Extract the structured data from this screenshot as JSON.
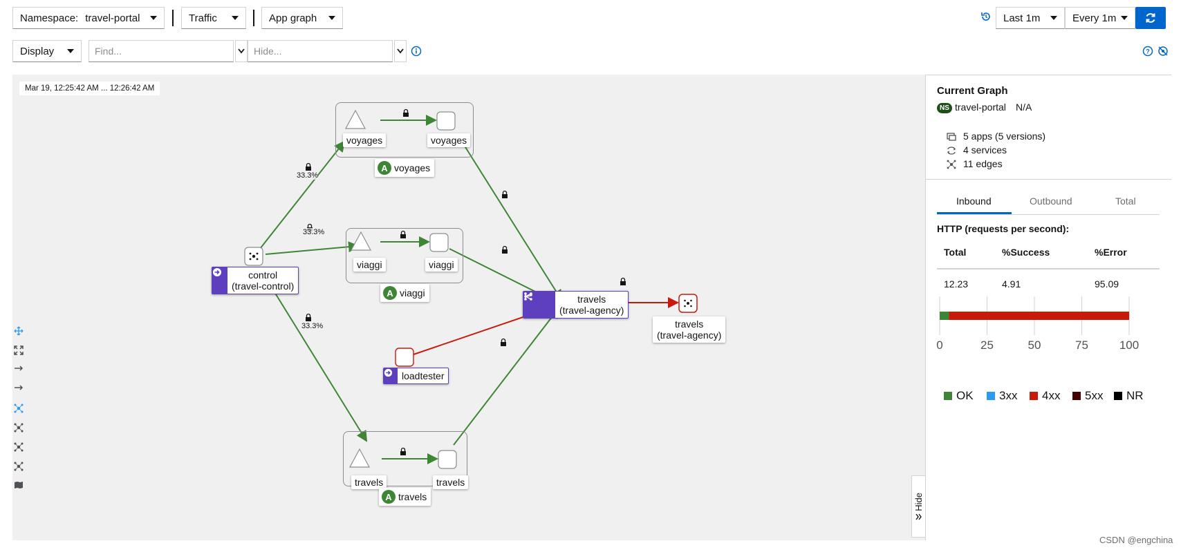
{
  "toolbar": {
    "namespace_label": "Namespace:",
    "namespace_value": "travel-portal",
    "traffic_label": "Traffic",
    "graph_type": "App graph",
    "display_label": "Display",
    "find_placeholder": "Find...",
    "hide_placeholder": "Hide...",
    "duration": "Last 1m",
    "refresh_interval": "Every 1m"
  },
  "graph": {
    "timestamp": "Mar 19, 12:25:42 AM ... 12:26:42 AM",
    "nodes": {
      "voyages_svc": "voyages",
      "voyages_wl": "voyages",
      "voyages_app": "voyages",
      "viaggi_svc": "viaggi",
      "viaggi_wl": "viaggi",
      "viaggi_app": "viaggi",
      "travels_svc": "travels",
      "travels_wl": "travels",
      "travels_app": "travels",
      "control_name": "control",
      "control_sub": "(travel-control)",
      "loadtester": "loadtester",
      "agency_name": "travels",
      "agency_sub": "(travel-agency)",
      "agency2_name": "travels",
      "agency2_sub": "(travel-agency)"
    },
    "edge_labels": {
      "to_voyages": "33.3%",
      "to_viaggi": "33.3%",
      "to_travels": "33.3%"
    },
    "app_badge": "A",
    "hide_tab": "Hide"
  },
  "panel": {
    "title": "Current Graph",
    "ns_badge": "NS",
    "ns_name": "travel-portal",
    "ns_status": "N/A",
    "apps": "5 apps (5 versions)",
    "services": "4 services",
    "edges": "11 edges",
    "tabs": [
      "Inbound",
      "Outbound",
      "Total"
    ],
    "http_title": "HTTP (requests per second):",
    "columns": [
      "Total",
      "%Success",
      "%Error"
    ],
    "values": [
      "12.23",
      "4.91",
      "95.09"
    ],
    "chart": {
      "ticks": [
        "0",
        "25",
        "50",
        "75",
        "100"
      ],
      "legend": [
        "OK",
        "3xx",
        "4xx",
        "5xx",
        "NR"
      ]
    }
  },
  "chart_data": {
    "type": "bar",
    "orientation": "horizontal",
    "stacked": true,
    "categories": [
      ""
    ],
    "series": [
      {
        "name": "OK",
        "values": [
          4.91
        ],
        "color": "#3e8635"
      },
      {
        "name": "3xx",
        "values": [
          0
        ],
        "color": "#2b9af3"
      },
      {
        "name": "4xx",
        "values": [
          95.09
        ],
        "color": "#c9190b"
      },
      {
        "name": "5xx",
        "values": [
          0
        ],
        "color": "#470000"
      },
      {
        "name": "NR",
        "values": [
          0
        ],
        "color": "#000000"
      }
    ],
    "xlim": [
      0,
      100
    ],
    "xticks": [
      0,
      25,
      50,
      75,
      100
    ],
    "grid": true,
    "legend": "bottom"
  },
  "watermark": "CSDN @engchina",
  "colors": {
    "accent": "#0066cc",
    "ok": "#3e8635",
    "error": "#c9190b",
    "purple": "#5e40be"
  }
}
